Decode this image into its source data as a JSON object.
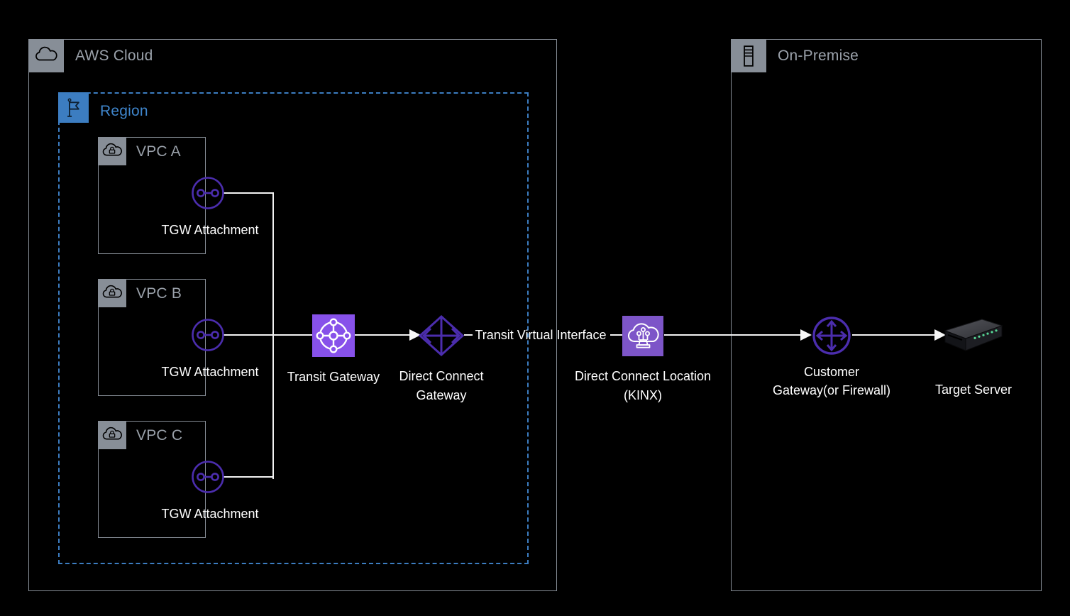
{
  "aws_cloud": {
    "label": "AWS Cloud"
  },
  "region": {
    "label": "Region"
  },
  "vpcs": [
    {
      "name": "VPC A",
      "attachment_label": "TGW Attachment"
    },
    {
      "name": "VPC B",
      "attachment_label": "TGW Attachment"
    },
    {
      "name": "VPC C",
      "attachment_label": "TGW Attachment"
    }
  ],
  "nodes": {
    "transit_gateway": {
      "label": "Transit Gateway"
    },
    "direct_connect_gateway": {
      "label_lines": [
        "Direct Connect",
        "Gateway"
      ]
    },
    "direct_connect_location": {
      "label_lines": [
        "Direct Connect Location",
        "(KINX)"
      ]
    },
    "customer_gateway": {
      "label_lines": [
        "Customer",
        "Gateway(or Firewall)"
      ]
    },
    "target_server": {
      "label": "Target Server"
    }
  },
  "connections": {
    "transit_virtual_interface_label": "Transit Virtual Interface"
  },
  "on_premise": {
    "label": "On-Premise"
  },
  "colors": {
    "background": "#000000",
    "container_border_gray": "#878e97",
    "container_header_text": "#9aa1aa",
    "region_blue": "#3c7dc1",
    "icon_indigo": "#4b2dad",
    "transit_gateway_fill": "#8751ea",
    "direct_connect_location_fill": "#7d55c8",
    "connector_white": "#f2f2f2",
    "led_green": "#57d695"
  }
}
